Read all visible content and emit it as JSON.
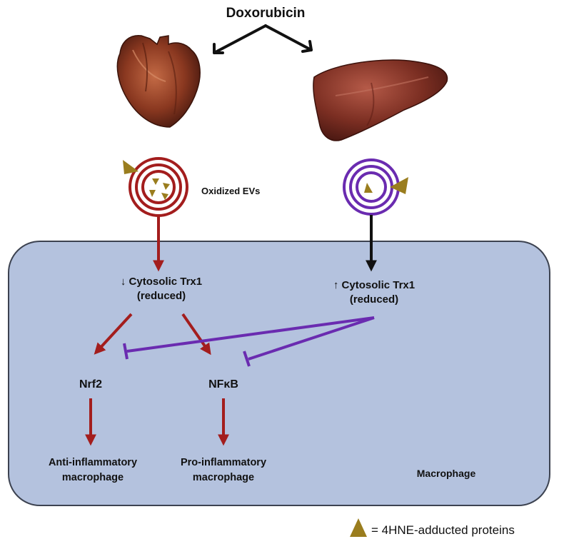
{
  "title": "Doxorubicin",
  "ev_label": "Oxidized EVs",
  "left_trx": {
    "line1": "↓ Cytosolic Trx1",
    "line2": "(reduced)"
  },
  "right_trx": {
    "line1": "↑ Cytosolic Trx1",
    "line2": "(reduced)"
  },
  "nrf2": "Nrf2",
  "nfkb": "NFκB",
  "anti": {
    "line1": "Anti-inflammatory",
    "line2": "macrophage"
  },
  "pro": {
    "line1": "Pro-inflammatory",
    "line2": "macrophage"
  },
  "cell_label": "Macrophage",
  "legend_text": "= 4HNE-adducted proteins",
  "colors": {
    "cell_fill": "#b4c2de",
    "cell_stroke": "#3c4250",
    "red_arrow": "#a31d1d",
    "purple": "#6a2bb0",
    "black_arrow": "#111111",
    "triangle": "#9a7d1e",
    "heart": "#8a3820",
    "liver": "#7b2e22"
  },
  "icons": [
    "heart-icon",
    "liver-icon",
    "red-vesicle-icon",
    "purple-vesicle-icon",
    "triangle-icon"
  ]
}
